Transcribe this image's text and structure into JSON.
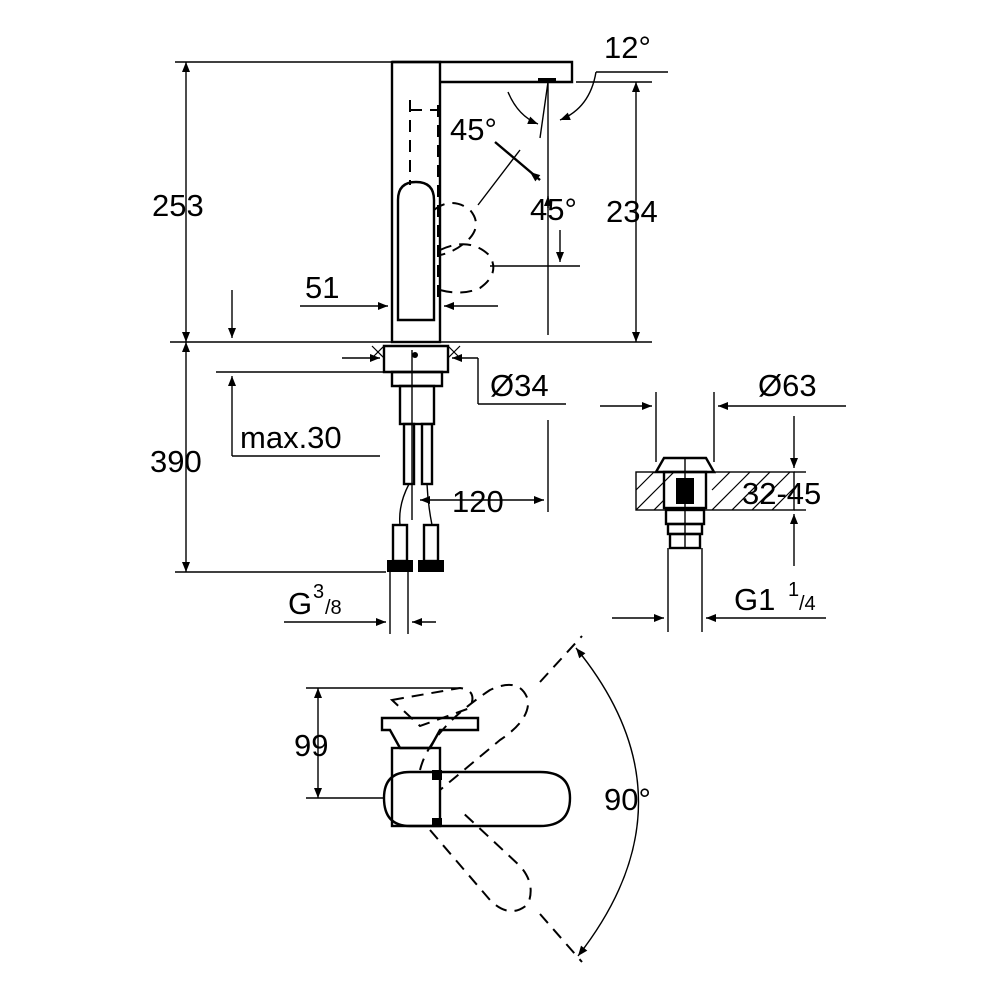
{
  "dimensions": {
    "spout_angle": "12°",
    "lever_angle_upper": "45°",
    "lever_angle_lower": "45°",
    "total_height": "253",
    "spout_height": "234",
    "body_width": "51",
    "thread_diameter": "Ø34",
    "below_deck_length": "390",
    "max_deck_thickness": "max.30",
    "reach": "120",
    "supply_connection_base": "G",
    "supply_connection_sup": "3",
    "supply_connection_sub": "/8",
    "drain_diameter": "Ø63",
    "drain_deck_range": "32-45",
    "drain_thread_base": "G1",
    "drain_thread_sup": "1",
    "drain_thread_sub": "/4",
    "handle_depth": "99",
    "handle_rotation": "90°"
  }
}
